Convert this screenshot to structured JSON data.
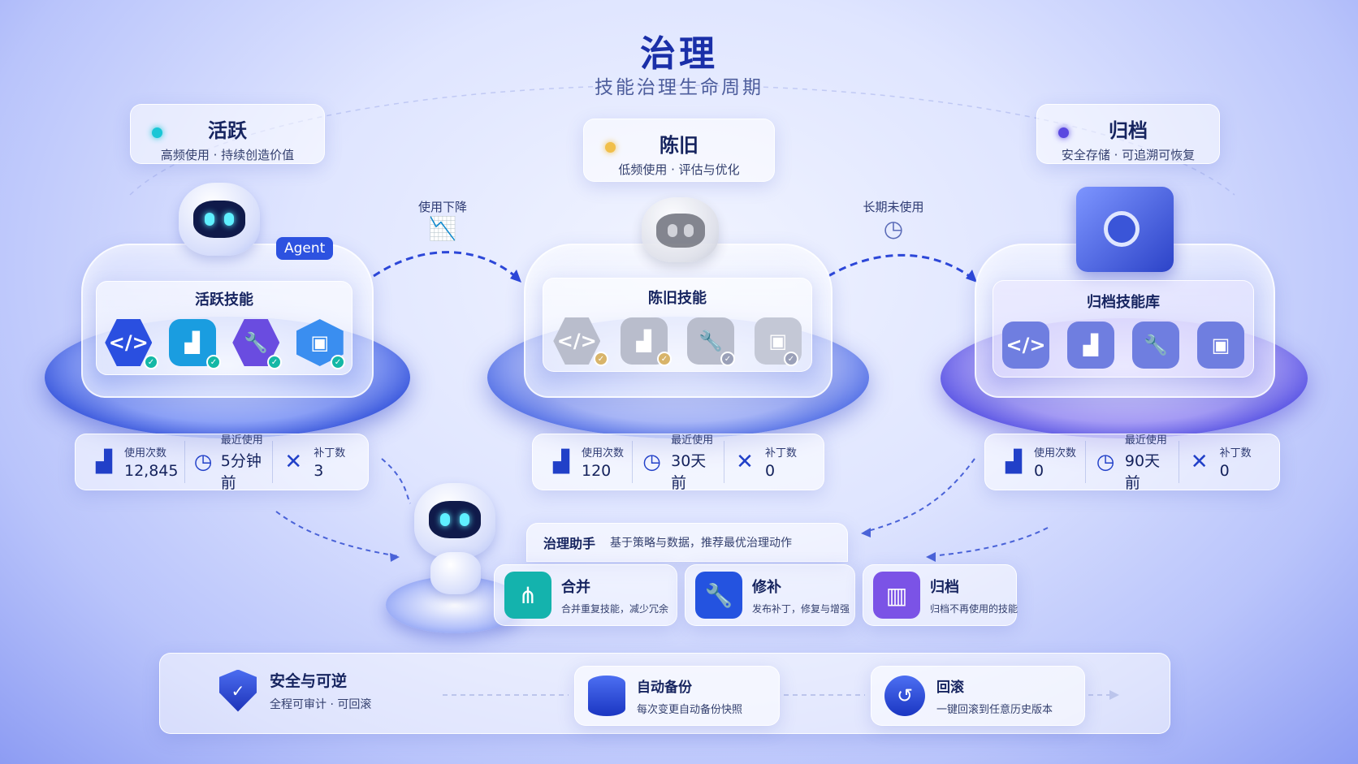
{
  "title": "治理",
  "subtitle": "技能治理生命周期",
  "stages": [
    {
      "name": "活跃",
      "desc": "高频使用 · 持续创造价值",
      "dot_color": "#19c6d6",
      "skills_title": "活跃技能",
      "stats": [
        {
          "label": "使用次数",
          "value": "12,845"
        },
        {
          "label": "最近使用",
          "value": "5分钟前"
        },
        {
          "label": "补丁数",
          "value": "3"
        }
      ]
    },
    {
      "name": "陈旧",
      "desc": "低频使用 · 评估与优化",
      "dot_color": "#f1bf4a",
      "skills_title": "陈旧技能",
      "stats": [
        {
          "label": "使用次数",
          "value": "120"
        },
        {
          "label": "最近使用",
          "value": "30天前"
        },
        {
          "label": "补丁数",
          "value": "0"
        }
      ]
    },
    {
      "name": "归档",
      "desc": "安全存储 · 可追溯可恢复",
      "dot_color": "#5a48e0",
      "skills_title": "归档技能库",
      "stats": [
        {
          "label": "使用次数",
          "value": "0"
        },
        {
          "label": "最近使用",
          "value": "90天前"
        },
        {
          "label": "补丁数",
          "value": "0"
        }
      ]
    }
  ],
  "agent_badge": "Agent",
  "transitions": [
    {
      "label": "使用下降",
      "icon": "chart-down-icon"
    },
    {
      "label": "长期未使用",
      "icon": "clock-icon"
    }
  ],
  "assistant": {
    "title": "治理助手",
    "desc": "基于策略与数据，推荐最优治理动作",
    "actions": [
      {
        "name": "合并",
        "desc": "合并重复技能，减少冗余",
        "icon": "merge-icon",
        "color": "#14b3ad"
      },
      {
        "name": "修补",
        "desc": "发布补丁，修复与增强",
        "icon": "wrench-icon",
        "color": "#2453e0"
      },
      {
        "name": "归档",
        "desc": "归档不再使用的技能",
        "icon": "archive-box-icon",
        "color": "#7b53e6"
      }
    ]
  },
  "bottom": {
    "security": {
      "name": "安全与可逆",
      "desc": "全程可审计 · 可回滚"
    },
    "backup": {
      "name": "自动备份",
      "desc": "每次变更自动备份快照"
    },
    "rollback": {
      "name": "回滚",
      "desc": "一键回滚到任意历史版本"
    }
  },
  "icons": {
    "code": "</>",
    "chart": "▟",
    "wrench": "🔧",
    "cube": "▣"
  }
}
